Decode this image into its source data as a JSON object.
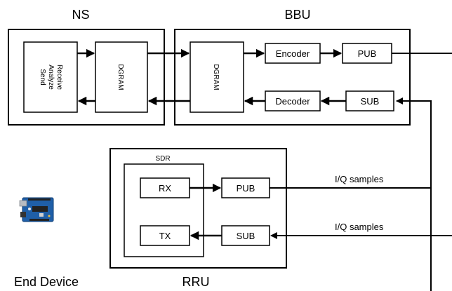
{
  "labels": {
    "ns": "NS",
    "bbu": "BBU",
    "rru": "RRU",
    "sdr": "SDR",
    "end_device": "End Device"
  },
  "ns_blocks": {
    "radio_line1": "Receive",
    "radio_line2": "Analyze",
    "radio_line3": "Send",
    "dgram": "DGRAM"
  },
  "bbu_blocks": {
    "dgram": "DGRAM",
    "encoder": "Encoder",
    "decoder": "Decoder",
    "pub": "PUB",
    "sub": "SUB"
  },
  "rru_blocks": {
    "rx": "RX",
    "tx": "TX",
    "pub": "PUB",
    "sub": "SUB"
  },
  "links": {
    "iq_upper": "I/Q samples",
    "iq_lower": "I/Q samples"
  },
  "colors": {
    "line": "#000000",
    "box_fill": "#ffffff",
    "board_blue": "#1f5fa8"
  }
}
